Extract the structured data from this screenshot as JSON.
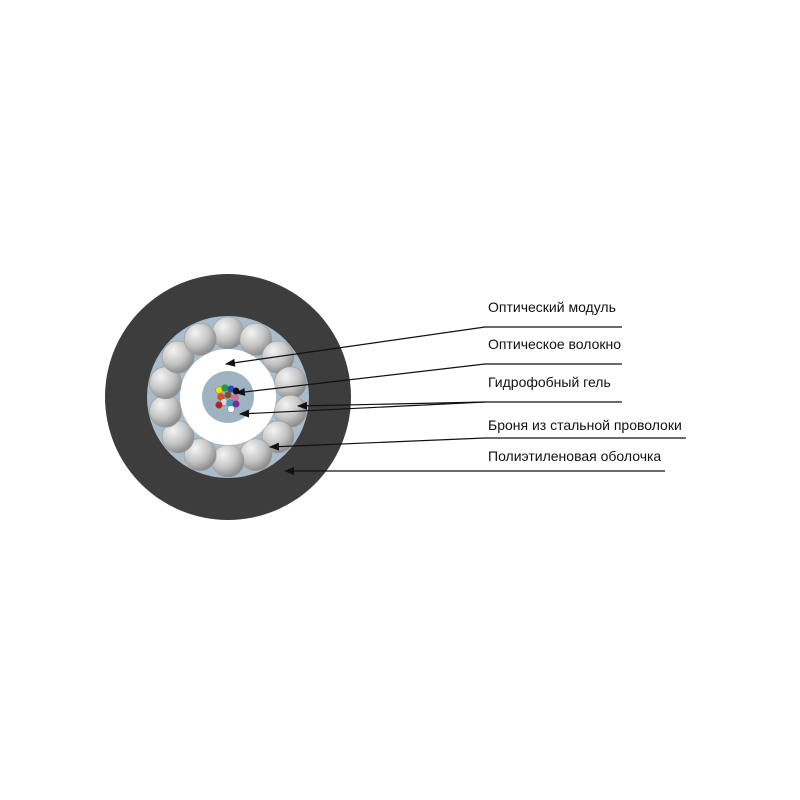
{
  "labels": {
    "optical_module": "Оптический модуль",
    "optical_fiber": "Оптическое волокно",
    "hydrophobic_gel": "Гидрофобный гель",
    "steel_wire_armor": "Броня из стальной проволоки",
    "pe_sheath": "Полиэтиленовая оболочка"
  },
  "colors": {
    "sheath": "#3d3d3d",
    "armor_bed": "#a9bccb",
    "wire": "#c9c9c9",
    "module_tube": "#ffffff",
    "gel": "#9fb2c2",
    "leader": "#111111"
  },
  "fiber_colors": [
    "#f2e600",
    "#1f9e3a",
    "#1b4fd1",
    "#111111",
    "#e64a1f",
    "#8b4a2b",
    "#e06aa0",
    "#d8d8d8",
    "#2aa6c9",
    "#7a2ba0",
    "#c41e1e",
    "#ffffff"
  ]
}
